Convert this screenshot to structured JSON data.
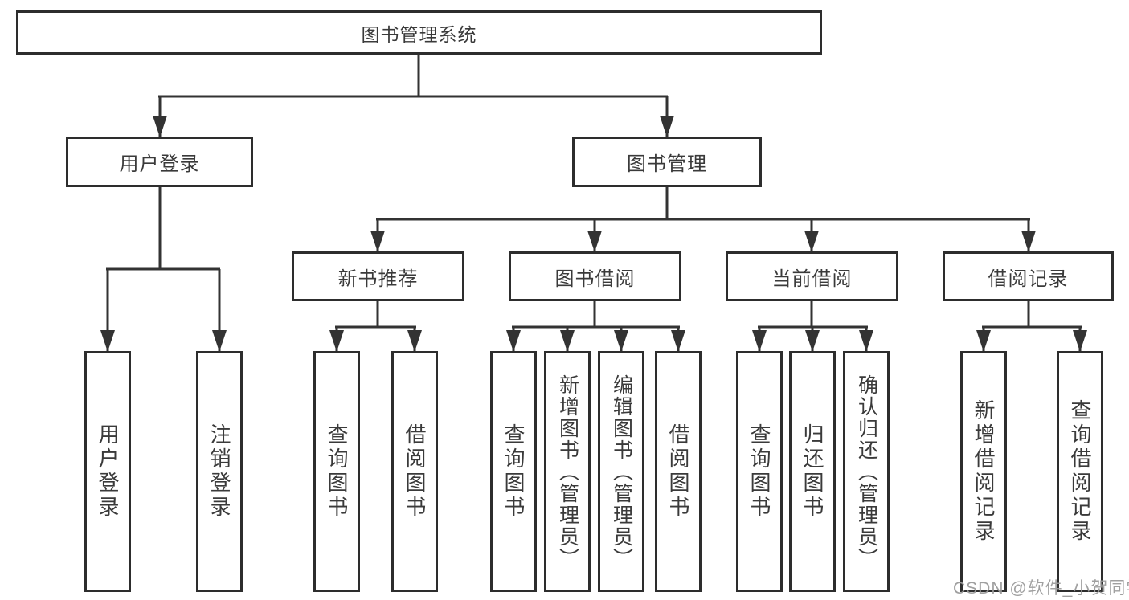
{
  "diagram": {
    "tree": {
      "root": {
        "label": "图书管理系统"
      },
      "children": [
        {
          "label": "用户登录",
          "children": [
            {
              "label": "用户登录"
            },
            {
              "label": "注销登录"
            }
          ]
        },
        {
          "label": "图书管理",
          "children": [
            {
              "label": "新书推荐",
              "children": [
                {
                  "label": "查询图书"
                },
                {
                  "label": "借阅图书"
                }
              ]
            },
            {
              "label": "图书借阅",
              "children": [
                {
                  "label": "查询图书"
                },
                {
                  "label": "新增图书（管理员）"
                },
                {
                  "label": "编辑图书（管理员）"
                },
                {
                  "label": "借阅图书"
                }
              ]
            },
            {
              "label": "当前借阅",
              "children": [
                {
                  "label": "查询图书"
                },
                {
                  "label": "归还图书"
                },
                {
                  "label": "确认归还（管理员）"
                }
              ]
            },
            {
              "label": "借阅记录",
              "children": [
                {
                  "label": "新增借阅记录"
                },
                {
                  "label": "查询借阅记录"
                }
              ]
            }
          ]
        }
      ]
    },
    "watermark": "CSDN @软件_小贺同学",
    "colors": {
      "line": "#333333",
      "box_border": "#2d2d2d",
      "text": "#3a3a3a",
      "watermark": "#9b9b9b",
      "background": "#ffffff"
    }
  }
}
